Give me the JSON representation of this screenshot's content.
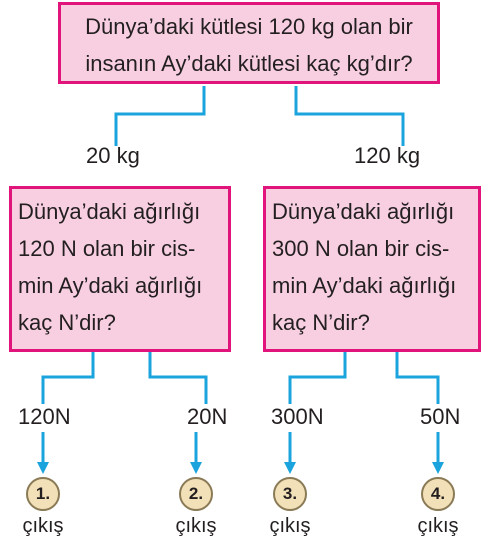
{
  "questions": {
    "top": [
      "Dünya’daki kütlesi 120 kg olan bir",
      "insanın Ay’daki kütlesi kaç kg’dır?"
    ],
    "left": [
      "Dünya’daki ağırlığı",
      "120 N olan bir cis-",
      "min Ay’daki ağırlığı",
      "kaç N’dir?"
    ],
    "right": [
      "Dünya’daki ağırlığı",
      "300 N olan bir cis-",
      "min Ay’daki ağırlığı",
      "kaç N’dir?"
    ]
  },
  "answers": {
    "top_left": "20 kg",
    "top_right": "120 kg",
    "left_a": "120N",
    "left_b": "20N",
    "right_a": "300N",
    "right_b": "50N"
  },
  "exits": [
    {
      "number": "1.",
      "label": "çıkış"
    },
    {
      "number": "2.",
      "label": "çıkış"
    },
    {
      "number": "3.",
      "label": "çıkış"
    },
    {
      "number": "4.",
      "label": "çıkış"
    }
  ],
  "colors": {
    "box_fill": "#f7cfe1",
    "box_border": "#e0147a",
    "connector": "#1aa3dc",
    "exit_circle": "#f2e0b8"
  }
}
